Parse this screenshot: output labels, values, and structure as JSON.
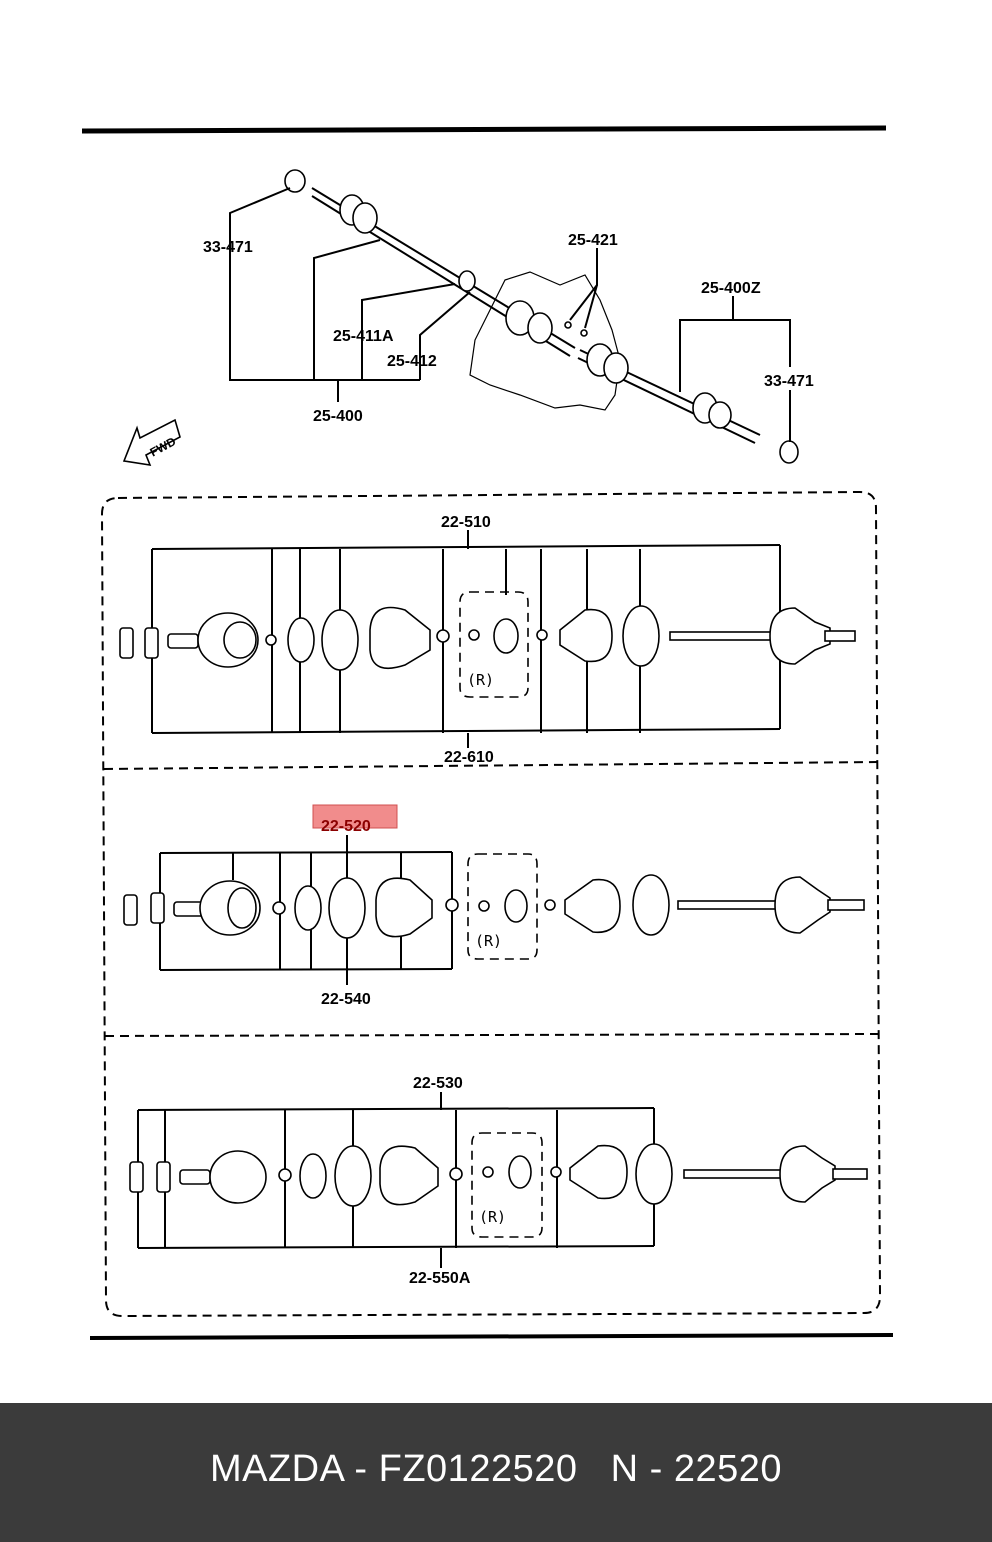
{
  "diagram": {
    "labels": {
      "l_33471_top": "33-471",
      "l_25400": "25-400",
      "l_25411a": "25-411A",
      "l_25412": "25-412",
      "l_25421": "25-421",
      "l_25400z": "25-400Z",
      "l_33471_right": "33-471",
      "l_fwd": "FWD",
      "l_22510": "22-510",
      "l_22610": "22-610",
      "l_22520": "22-520",
      "l_22540": "22-540",
      "l_22530": "22-530",
      "l_22550a": "22-550A",
      "r_text": "(R)"
    },
    "highlight": {
      "part": "22-520",
      "color": "#f08080"
    }
  },
  "footer": {
    "text": "MAZDA - FZ0122520   N - 22520"
  }
}
